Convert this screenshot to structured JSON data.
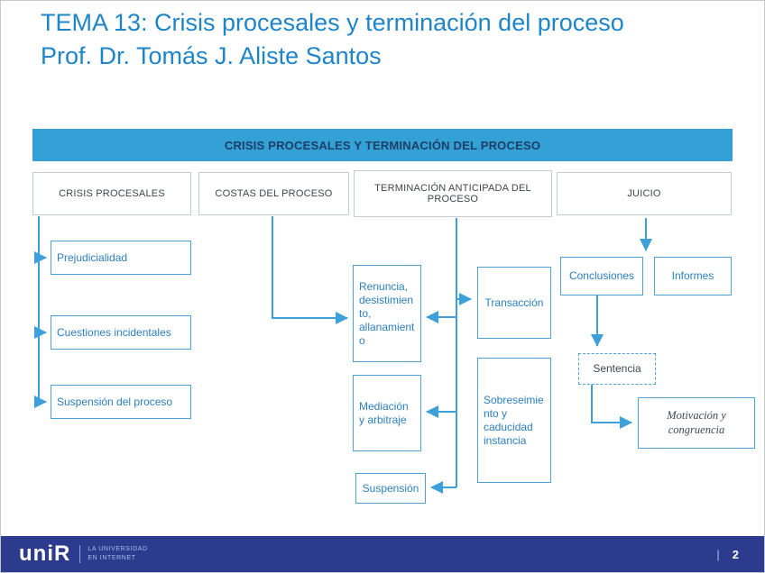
{
  "colors": {
    "title_blue": "#1e85c8",
    "banner_bg": "#33a0d6",
    "banner_text": "#1d3f66",
    "line_blue": "#3da0d8",
    "box_border": "#4da3d6",
    "box_text": "#2b7fc0",
    "header_text": "#41464b",
    "footer_bg": "#2d3b8e",
    "footer_accent": "#9dc0ec",
    "dark_text": "#3e4a55"
  },
  "header": {
    "title": "TEMA 13: Crisis procesales y terminación del proceso",
    "subtitle": "Prof. Dr. Tomás J. Aliste Santos"
  },
  "diagram": {
    "banner": "CRISIS PROCESALES Y TERMINACIÓN DEL PROCESO",
    "columns": [
      {
        "label": "CRISIS PROCESALES"
      },
      {
        "label": "COSTAS DEL PROCESO"
      },
      {
        "label": "TERMINACIÓN ANTICIPADA DEL PROCESO"
      },
      {
        "label": "JUICIO"
      }
    ],
    "boxes": {
      "prejudicialidad": "Prejudicialidad",
      "cuestiones_incidentales": "Cuestiones incidentales",
      "suspension_del_proceso": "Suspensión del proceso",
      "renuncia": "Renuncia, desistimiento, allanamiento",
      "mediacion": "Mediación y arbitraje",
      "suspension": "Suspensión",
      "transaccion": "Transacción",
      "sobreseimiento": "Sobreseimiento y caducidad instancia",
      "conclusiones": "Conclusiones",
      "informes": "Informes",
      "sentencia": "Sentencia",
      "motivacion": "Motivación y congruencia"
    }
  },
  "footer": {
    "logo": "uniR",
    "tagline_line1": "LA UNIVERSIDAD",
    "tagline_line2": "EN INTERNET",
    "separator": "|",
    "page_number": "2"
  }
}
